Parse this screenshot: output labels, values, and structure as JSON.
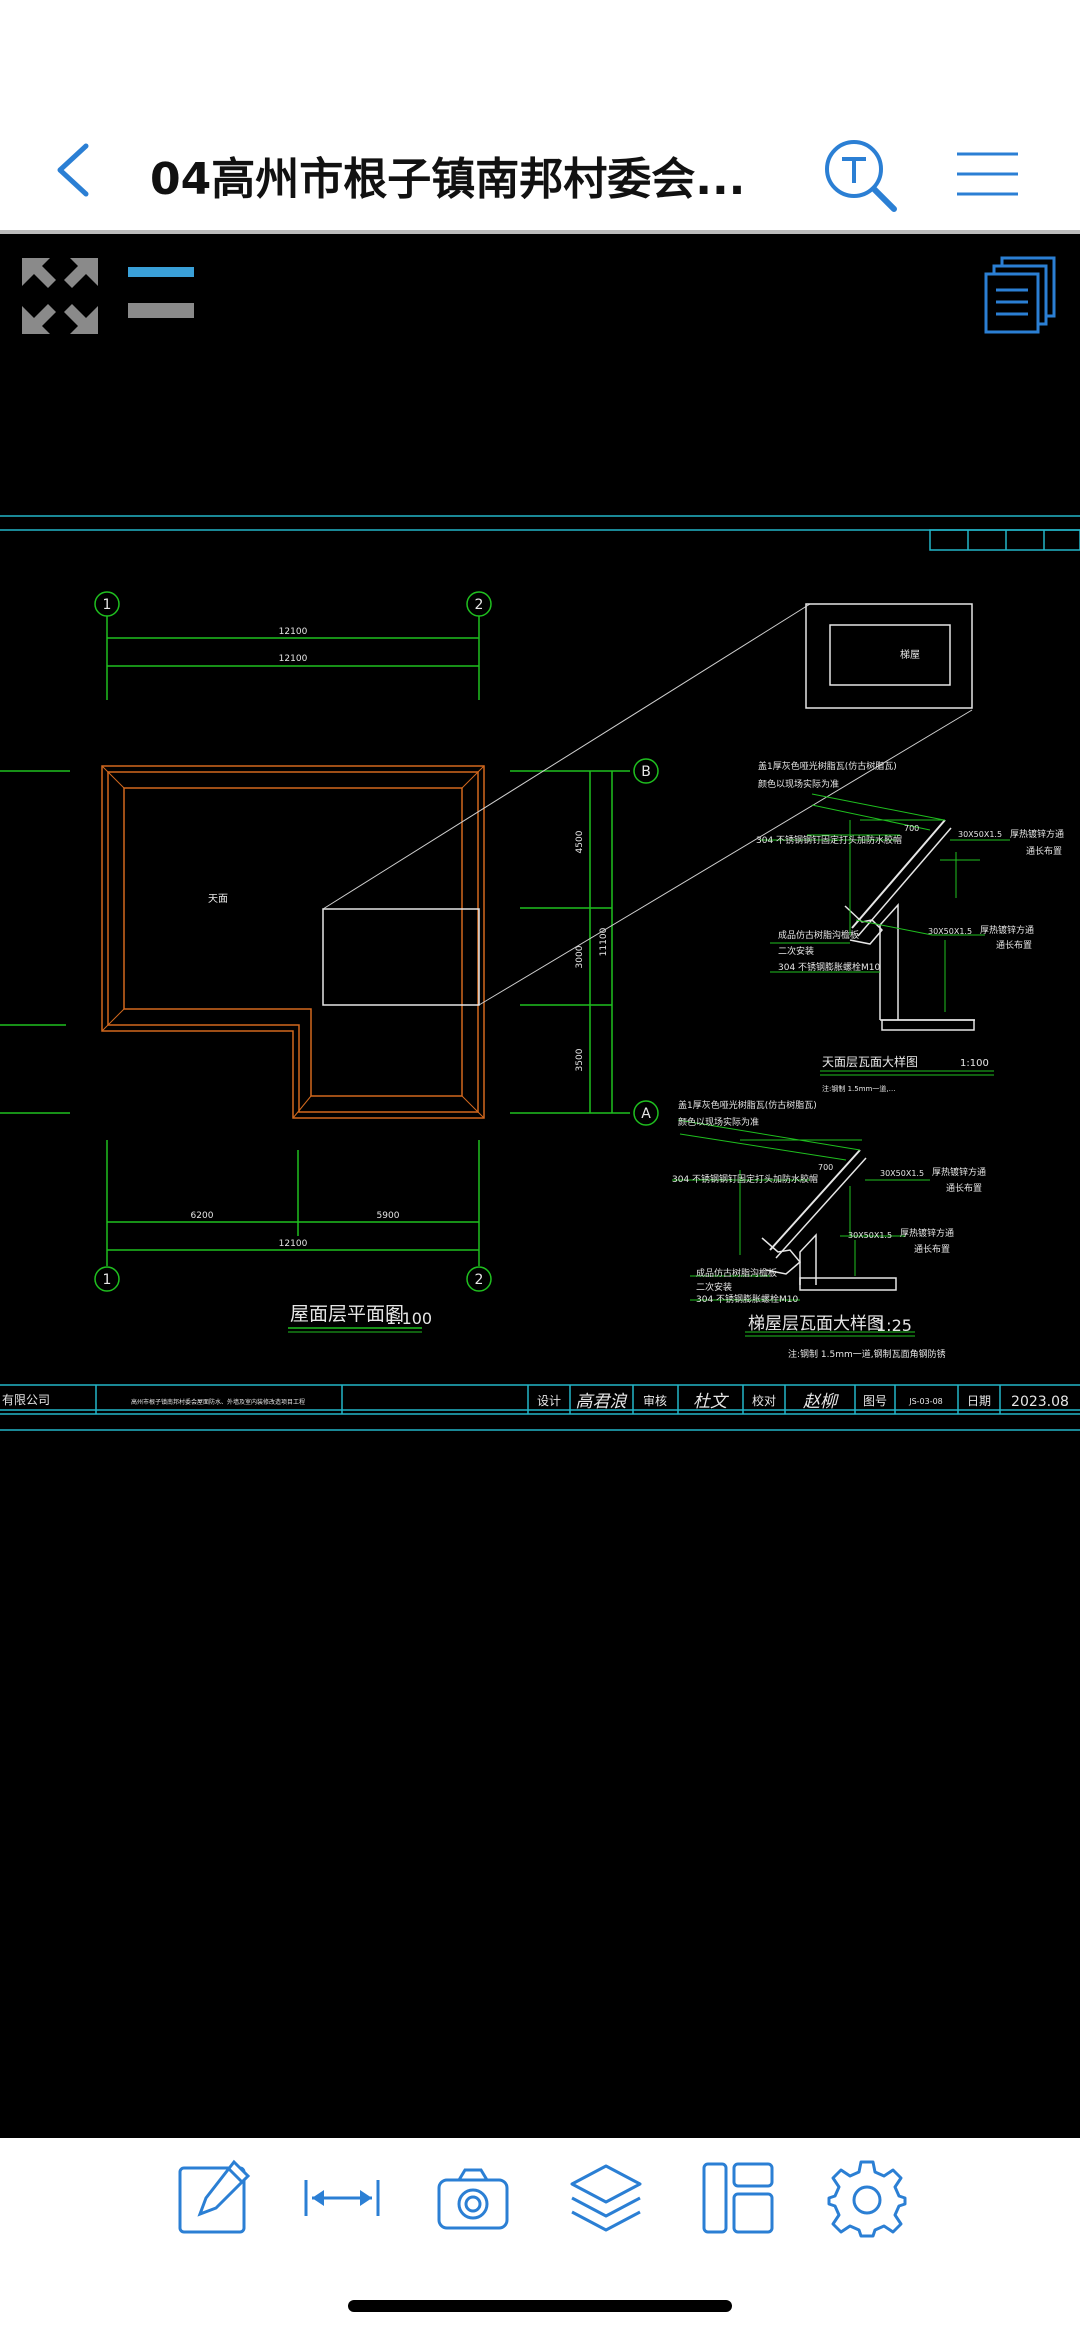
{
  "header": {
    "title": "04高州市根子镇南邦村委会...",
    "back_icon": "chevron-left-icon",
    "text_search_icon": "text-search-icon",
    "menu_icon": "hamburger-menu-icon"
  },
  "drawing": {
    "plan_title": "屋面层平面图",
    "plan_scale": "1:100",
    "axis_1": "1",
    "axis_2": "2",
    "axis_A": "A",
    "axis_B": "B",
    "dim_top_1": "12100",
    "dim_top_2": "12100",
    "dim_bottom_left": "6200",
    "dim_bottom_right": "5900",
    "dim_bottom_total": "12100",
    "dim_right_1": "4500",
    "dim_right_2": "3000",
    "dim_right_3": "3500",
    "dim_right_total": "11100",
    "roof_label": "天面",
    "stair_box_label": "梯屋",
    "detail1_title": "天面层瓦面大样图",
    "detail1_scale": "1:100",
    "detail1_note": "注:钢制  1.5mm一道,…",
    "detail1_text_1": "盖1厚灰色哑光树脂瓦(仿古树脂瓦)",
    "detail1_text_2": "颜色以现场实际为准",
    "detail1_text_3": "304  不锈钢钢钉固定打头加防水胶帽",
    "detail1_text_4": "成品仿古树脂沟檐板",
    "detail1_text_5": "二次安装",
    "detail1_text_6": "304  不锈钢膨胀螺栓M10",
    "detail1_text_7": "30X50X1.5",
    "detail1_text_8": "厚热镀锌方通",
    "detail1_text_9": "通长布置",
    "detail1_dim": "700",
    "detail2_title": "梯屋层瓦面大样图",
    "detail2_scale": "1:25",
    "detail2_note": "注:钢制  1.5mm一道,钢制瓦面角钢防锈",
    "detail2_text_1": "盖1厚灰色哑光树脂瓦(仿古树脂瓦)",
    "detail2_text_2": "颜色以现场实际为准",
    "detail2_text_3": "304  不锈钢钢钉固定打头加防水胶帽",
    "detail2_text_4": "成品仿古树脂沟檐板",
    "detail2_text_5": "二次安装",
    "detail2_text_6": "304  不锈钢膨胀螺栓M10",
    "detail2_text_7": "30X50X1.5",
    "detail2_text_8": "厚热镀锌方通",
    "detail2_text_9": "通长布置",
    "detail2_dim": "700",
    "titleblock_company": "有限公司",
    "titleblock_project": "高州市根子镇南邦村委会屋面防水、外墙及室内装修改造项目工程",
    "titleblock_design": "设计",
    "titleblock_designer": "高君浪",
    "titleblock_review": "审核",
    "titleblock_reviewer": "杜文",
    "titleblock_check": "校对",
    "titleblock_checker": "赵柳",
    "titleblock_drawing_no": "图号",
    "titleblock_drawing_no_value": "JS-03-08",
    "titleblock_date_label": "日期",
    "titleblock_date": "2023.08"
  },
  "canvas_controls": {
    "fullscreen_icon": "expand-arrows-icon",
    "layer_toggle_icon": "line-weight-icon",
    "layout_list_icon": "sheets-icon"
  },
  "toolbar": {
    "edit_icon": "edit-pencil-icon",
    "measure_icon": "measure-distance-icon",
    "camera_icon": "camera-icon",
    "layers_icon": "layers-icon",
    "layout_icon": "layout-icon",
    "settings_icon": "settings-gear-icon"
  },
  "colors": {
    "accent": "#2b7fd4",
    "cad_green": "#1fbf1f",
    "cad_cyan": "#22b5c8",
    "cad_orange": "#d2691e",
    "cad_white": "#e6e6e6"
  }
}
